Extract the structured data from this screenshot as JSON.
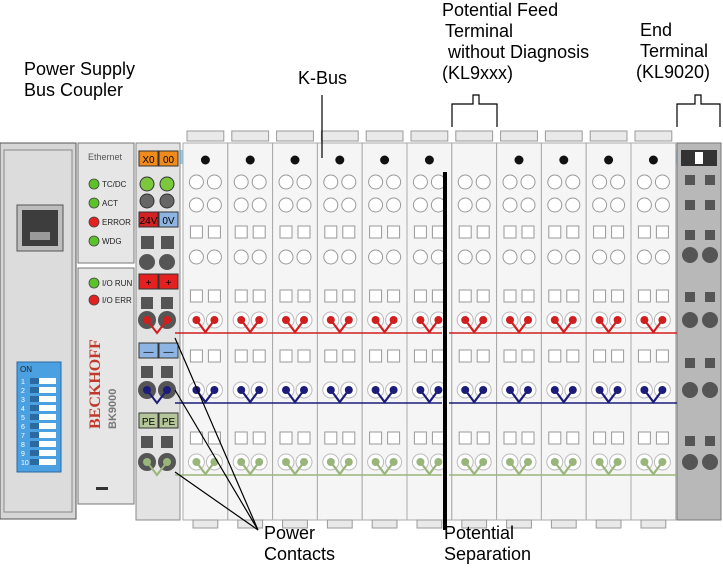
{
  "labels": {
    "power_supply": [
      "Power Supply",
      "Bus Coupler"
    ],
    "kbus": "K-Bus",
    "potential_feed": [
      "Potential Feed",
      "Terminal",
      "without Diagnosis",
      "(KL9xxx)"
    ],
    "end_terminal": [
      "End",
      "Terminal",
      "(KL9020)"
    ],
    "power_contacts": [
      "Power",
      "Contacts"
    ],
    "potential_separation": [
      "Potential",
      "Separation"
    ]
  },
  "coupler": {
    "ethernet_label": "Ethernet",
    "brand": "BECKHOFF",
    "model": "BK9000",
    "dip_numbers": [
      "1",
      "2",
      "3",
      "4",
      "5",
      "6",
      "7",
      "8",
      "9",
      "10"
    ],
    "dip_on": "ON",
    "leds_top": [
      {
        "label": "TC/DC",
        "color": "#5cc22a"
      },
      {
        "label": "ACT",
        "color": "#5cc22a"
      },
      {
        "label": "ERROR",
        "color": "#e52020"
      },
      {
        "label": "WDG",
        "color": "#5cc22a"
      }
    ],
    "leds_bottom": [
      {
        "label": "I/O RUN",
        "color": "#5cc22a"
      },
      {
        "label": "I/O ERR",
        "color": "#e52020"
      }
    ]
  },
  "power_tags": {
    "x0": "X0",
    "zero_zero": "00",
    "v24": "24V",
    "v0": "0V",
    "plus": "+",
    "minus": "—",
    "pe": "PE"
  },
  "colors": {
    "kbus": "#8fcdf2",
    "red_rail": "#d11e1e",
    "blue_rail": "#1c1c7a",
    "green_rail": "#9ab57a",
    "coupler": "#d9d9d9",
    "terminal": "#f6f6f6"
  }
}
